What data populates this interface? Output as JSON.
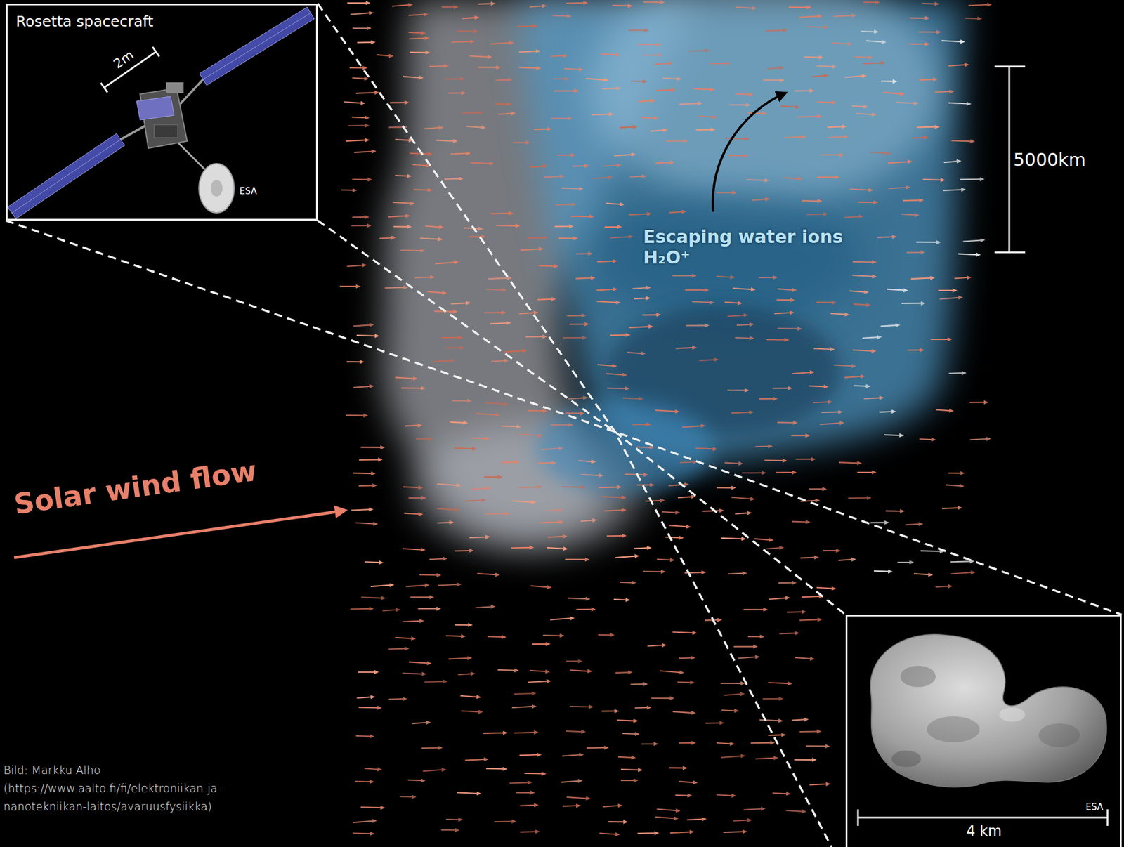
{
  "diagram": {
    "nodes": [
      {
        "text": [
          "Rosetta spacecraft",
          "2m",
          "ESA"
        ]
      },
      {
        "text": [
          "ESA",
          "4 km"
        ]
      }
    ],
    "labels": [
      "5000km",
      "Escaping water ions H₂O⁺",
      "Solar wind flow",
      "Bild: Markku Alho (https://www.aalto.fi/fi/elektroniikan-ja-nanotekniikan-laitos/avaruusfysiikka)"
    ]
  }
}
